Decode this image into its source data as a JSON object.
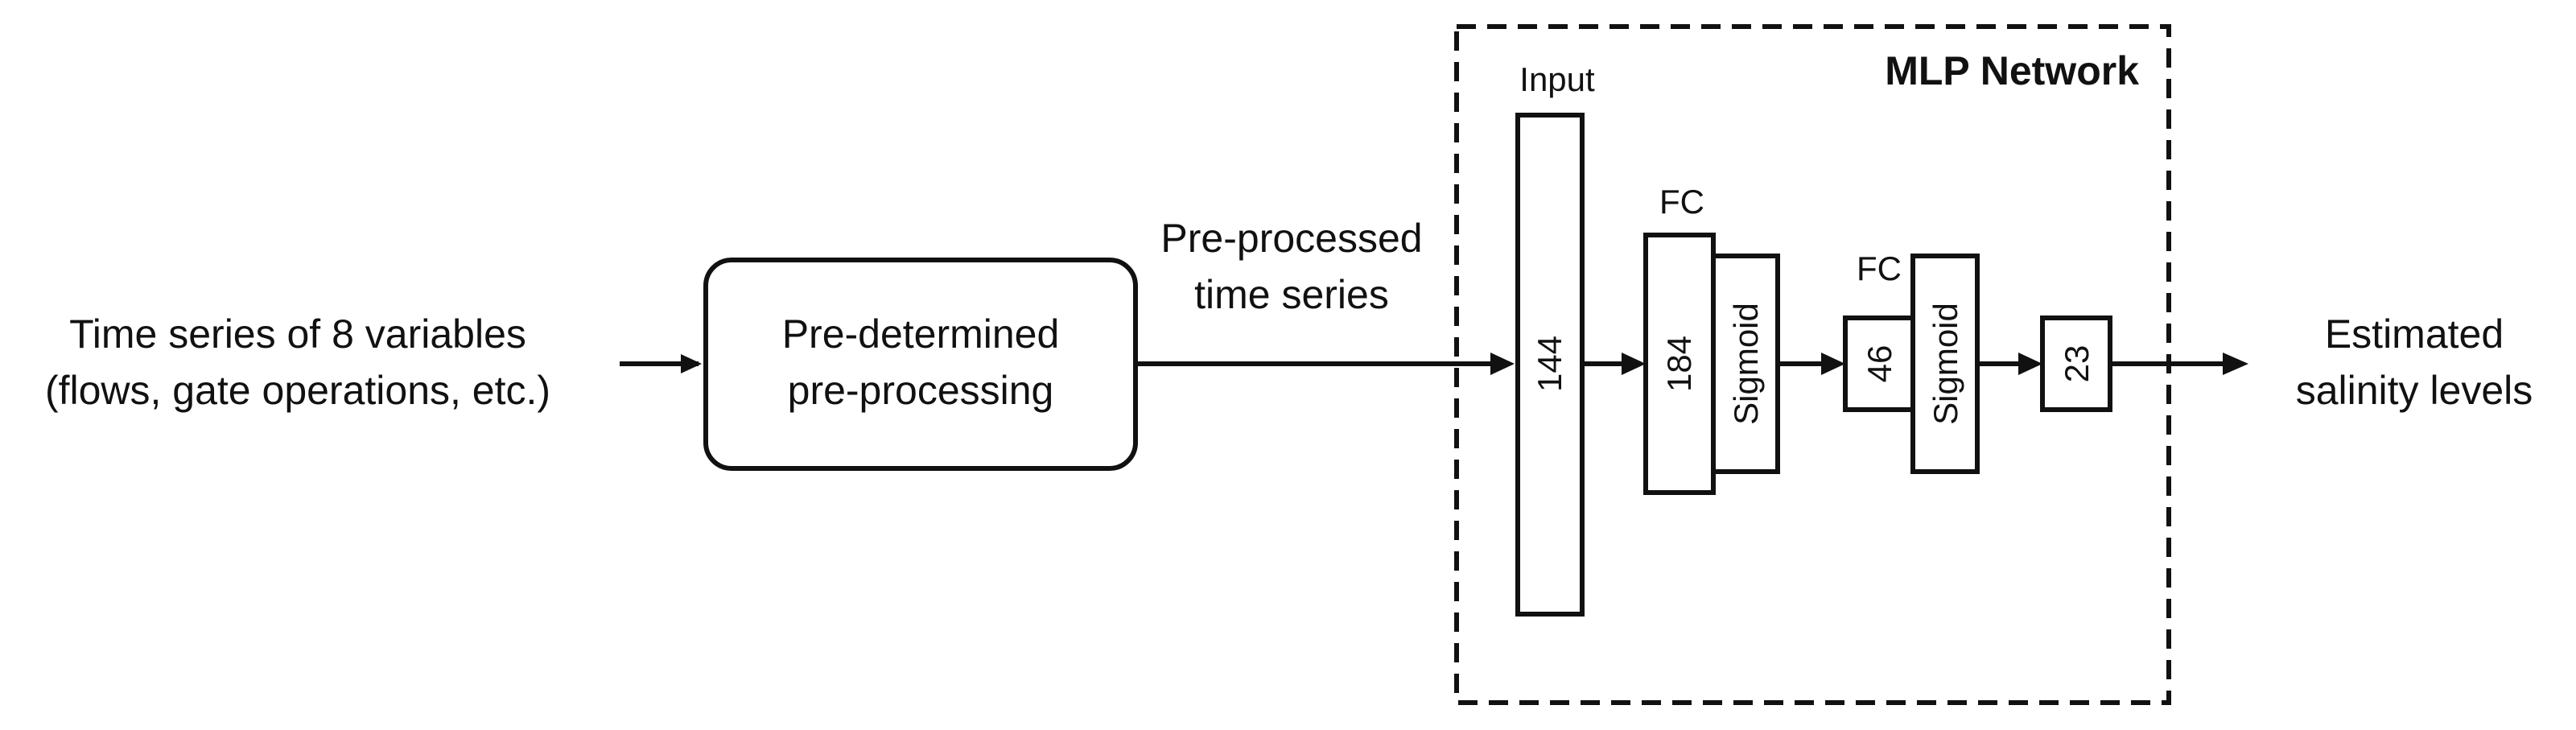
{
  "input_label": {
    "line1": "Time series of 8 variables",
    "line2": "(flows, gate operations, etc.)"
  },
  "preprocess_box": {
    "line1": "Pre-determined",
    "line2": "pre-processing"
  },
  "preprocessed_label": {
    "line1": "Pre-processed",
    "line2": "time series"
  },
  "mlp": {
    "title": "MLP Network",
    "input_caption": "Input",
    "input_size": "144",
    "fc1_caption": "FC",
    "fc1_size": "184",
    "act1": "Sigmoid",
    "fc2_caption": "FC",
    "fc2_size": "46",
    "act2": "Sigmoid",
    "output_size": "23"
  },
  "output_label": {
    "line1": "Estimated",
    "line2": "salinity levels"
  }
}
